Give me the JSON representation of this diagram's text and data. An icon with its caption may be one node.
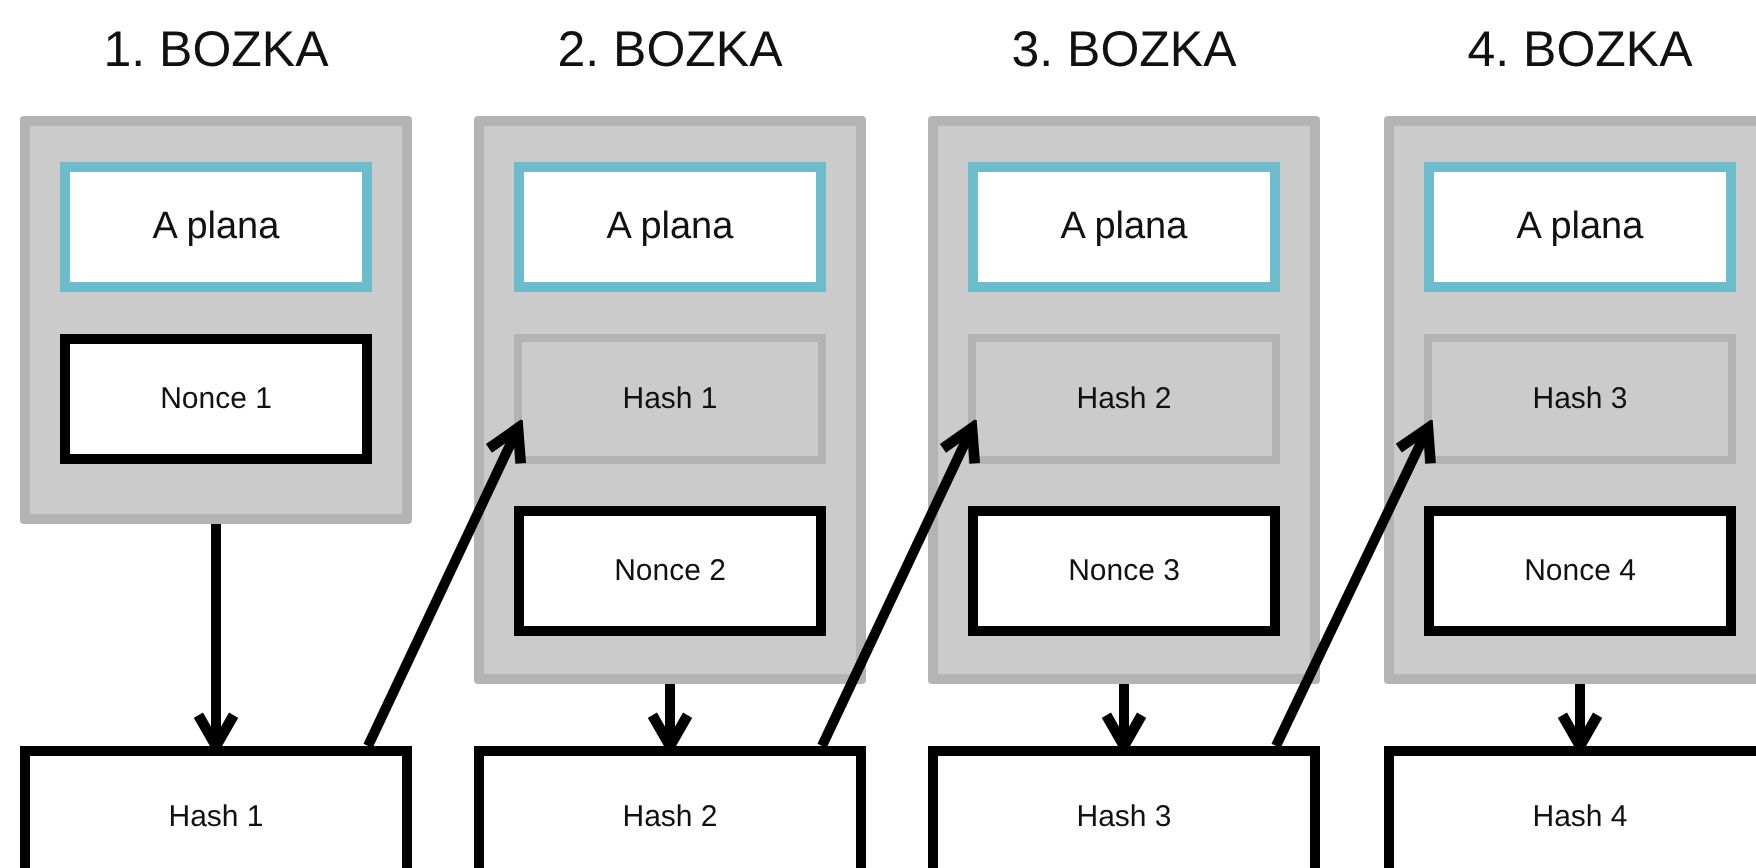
{
  "diagram": {
    "nodes": [
      {
        "text": [
          "1. BOZKA"
        ]
      },
      {
        "text": [
          "A plana"
        ],
        "in": 0
      },
      {
        "text": [
          "Nonce 1"
        ],
        "in": 0
      },
      {
        "text": [
          "2. BOZKA"
        ]
      },
      {
        "text": [
          "A plana"
        ],
        "in": 3
      },
      {
        "text": [
          "Hash 1"
        ],
        "in": 3
      },
      {
        "text": [
          "Nonce 2"
        ],
        "in": 3
      },
      {
        "text": [
          "3. BOZKA"
        ]
      },
      {
        "text": [
          "A plana"
        ],
        "in": 7
      },
      {
        "text": [
          "Hash 2"
        ],
        "in": 7
      },
      {
        "text": [
          "Nonce 3"
        ],
        "in": 7
      },
      {
        "text": [
          "4. BOZKA"
        ]
      },
      {
        "text": [
          "A plana"
        ],
        "in": 11
      },
      {
        "text": [
          "Hash 3"
        ],
        "in": 11
      },
      {
        "text": [
          "Nonce 4"
        ],
        "in": 11
      },
      {
        "text": [
          "Hash 1"
        ]
      },
      {
        "text": [
          "Hash 2"
        ]
      },
      {
        "text": [
          "Hash 3"
        ]
      },
      {
        "text": [
          "Hash 4"
        ]
      }
    ],
    "edges": [
      {
        "from": 0,
        "to": 15,
        "arrow": "to"
      },
      {
        "from": 15,
        "to": 5,
        "arrow": "to"
      },
      {
        "from": 3,
        "to": 16,
        "arrow": "to"
      },
      {
        "from": 16,
        "to": 9,
        "arrow": "to"
      },
      {
        "from": 7,
        "to": 17,
        "arrow": "to"
      },
      {
        "from": 17,
        "to": 13,
        "arrow": "to"
      },
      {
        "from": 11,
        "to": 18,
        "arrow": "to"
      }
    ]
  }
}
